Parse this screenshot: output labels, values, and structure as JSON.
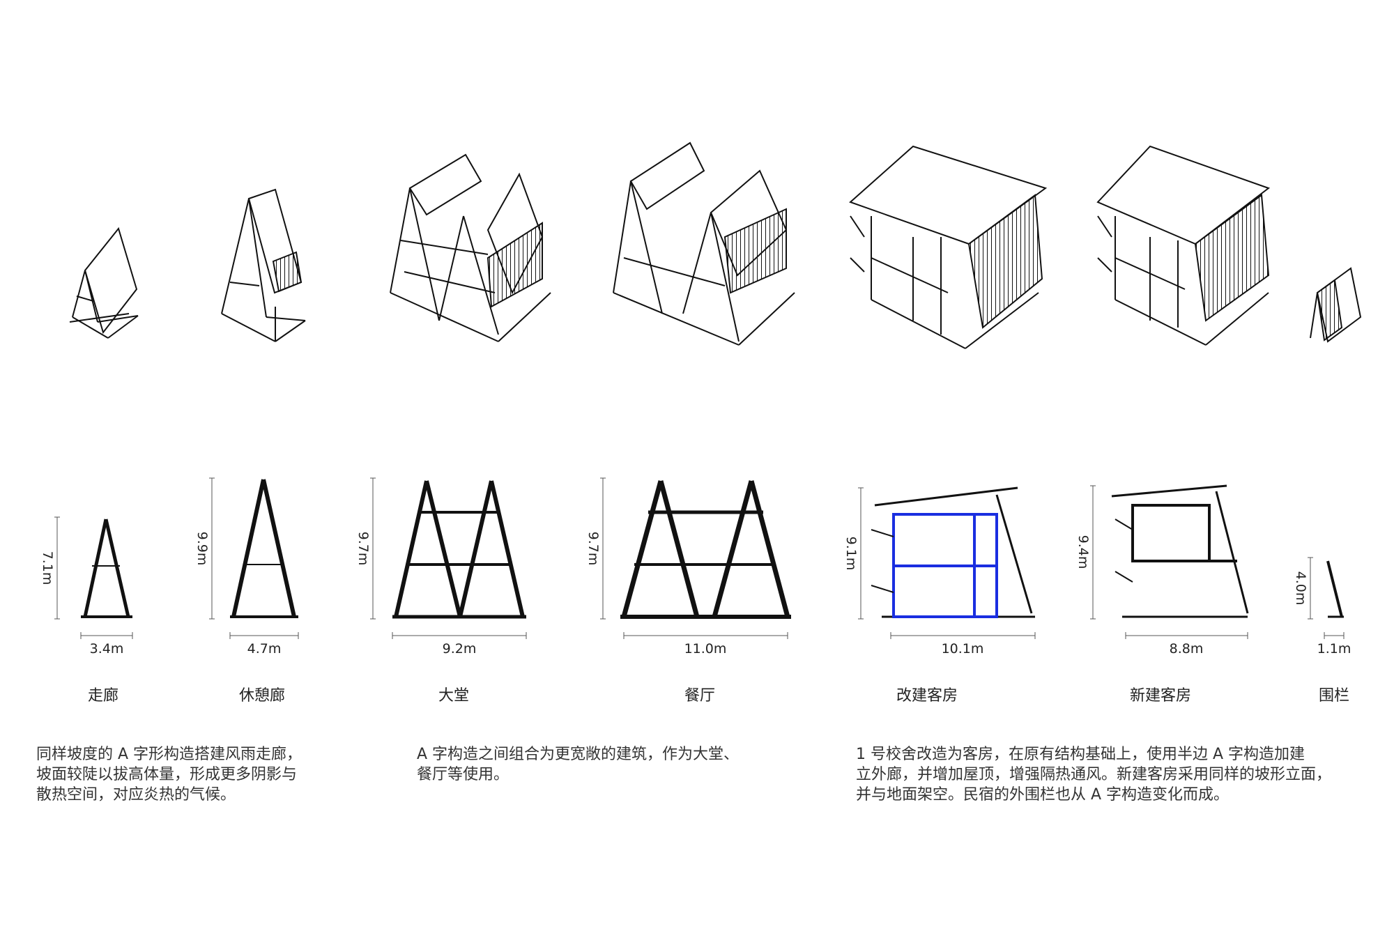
{
  "items": [
    {
      "name": "走廊",
      "height": "7.1m",
      "width": "3.4m"
    },
    {
      "name": "休憩廊",
      "height": "9.9m",
      "width": "4.7m"
    },
    {
      "name": "大堂",
      "height": "9.7m",
      "width": "9.2m"
    },
    {
      "name": "餐厅",
      "height": "9.7m",
      "width": "11.0m"
    },
    {
      "name": "改建客房",
      "height": "9.1m",
      "width": "10.1m"
    },
    {
      "name": "新建客房",
      "height": "9.4m",
      "width": "8.8m"
    },
    {
      "name": "围栏",
      "height": "4.0m",
      "width": "1.1m"
    }
  ],
  "captions": [
    "同样坡度的 A 字形构造搭建风雨走廊，\n坡面较陡以拔高体量，形成更多阴影与\n散热空间，对应炎热的气候。",
    "A 字构造之间组合为更宽敞的建筑，作为大堂、\n餐厅等使用。",
    "1 号校舍改造为客房，在原有结构基础上，使用半边 A 字构造加建\n立外廊，并增加屋顶，增强隔热通风。新建客房采用同样的坡形立面，\n并与地面架空。民宿的外围栏也从 A 字构造变化而成。"
  ],
  "colors": {
    "line": "#111111",
    "highlight": "#1a2ee0",
    "text": "#222222"
  }
}
